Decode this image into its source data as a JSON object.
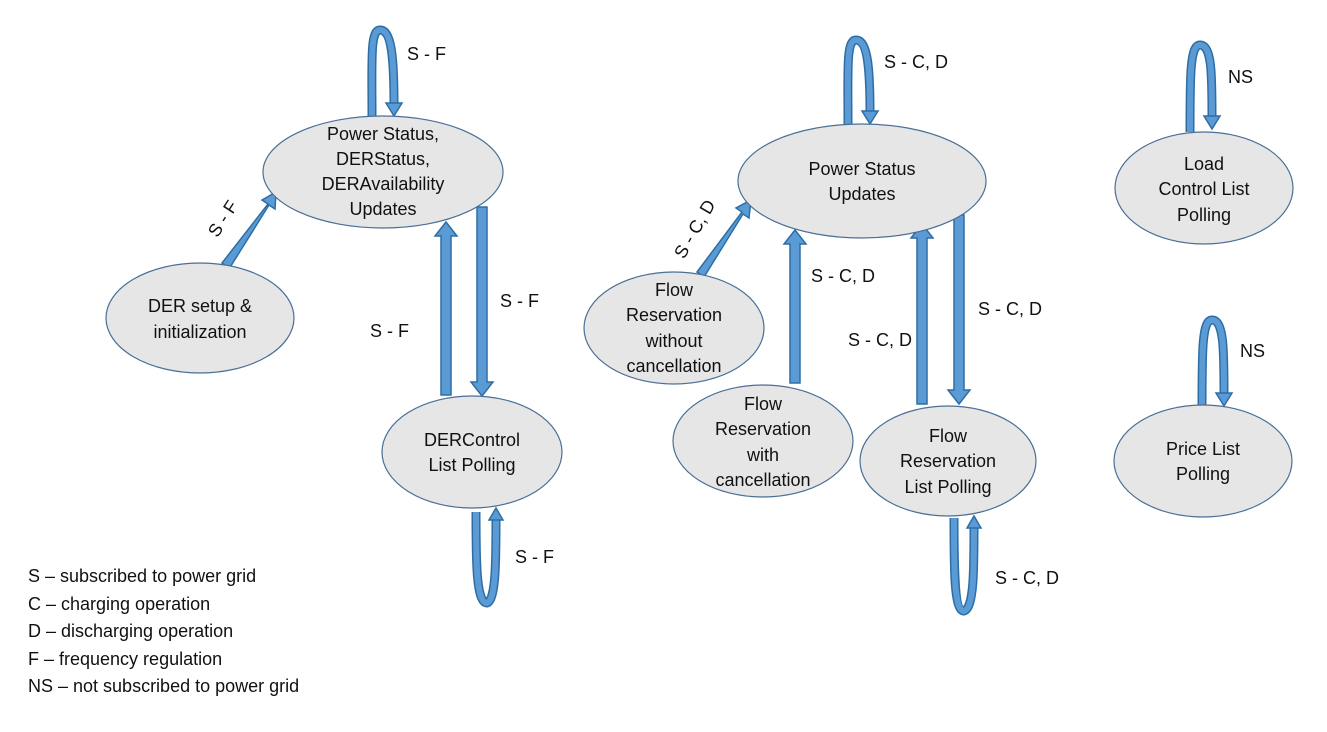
{
  "nodes": {
    "power_status_1": [
      "Power Status,",
      "DERStatus,",
      "DERAvailability",
      "Updates"
    ],
    "der_setup": [
      "DER setup &",
      "initialization"
    ],
    "dercontrol_polling": [
      "DERControl",
      "List Polling"
    ],
    "power_status_2": [
      "Power Status",
      "Updates"
    ],
    "flow_without": [
      "Flow",
      "Reservation",
      "without",
      "cancellation"
    ],
    "flow_with": [
      "Flow",
      "Reservation",
      "with",
      "cancellation"
    ],
    "flow_polling": [
      "Flow",
      "Reservation",
      "List Polling"
    ],
    "load_control": [
      "Load",
      "Control List",
      "Polling"
    ],
    "price_list": [
      "Price List",
      "Polling"
    ]
  },
  "edge_labels": {
    "loop_power_1": "S - F",
    "setup_to_power_1": "S - F",
    "power_1_to_dercontrol": "S - F",
    "dercontrol_to_power_1": "S - F",
    "loop_dercontrol": "S - F",
    "loop_power_2": "S - C, D",
    "without_to_power_2": "S - C, D",
    "with_to_power_2": "S - C, D",
    "flow_polling_to_power_2": "S - C, D",
    "power_2_to_flow_polling": "S - C, D",
    "loop_flow_polling": "S - C, D",
    "loop_load_control": "NS",
    "loop_price_list": "NS"
  },
  "legend": [
    "S –  subscribed to power grid",
    "C – charging operation",
    "D – discharging operation",
    "F – frequency regulation",
    "NS – not subscribed to power grid"
  ],
  "colors": {
    "arrow_fill": "#5b9bd5",
    "arrow_stroke": "#2e6da4",
    "node_fill": "#e6e6e6",
    "node_stroke": "#4a6f96"
  }
}
